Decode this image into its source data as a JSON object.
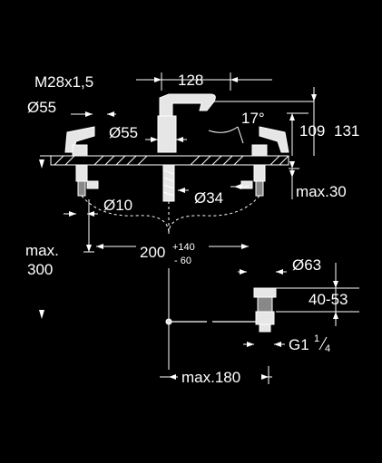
{
  "drawing": {
    "labels": {
      "thread": "M28x1,5",
      "dia_55_top": "Ø55",
      "width_128": "128",
      "angle": "17°",
      "dia_55_spout": "Ø55",
      "height_109": "109",
      "height_131": "131",
      "max_30": "max.30",
      "dia_10": "Ø10",
      "dia_34": "Ø34",
      "max_300_line1": "max.",
      "max_300_line2": "300",
      "spacing_200": "200",
      "spacing_plus": "+140",
      "spacing_minus": "- 60",
      "dia_63": "Ø63",
      "range_40_53": "40-53",
      "pipe_g": "G1",
      "pipe_frac_num": "1",
      "pipe_frac_den": "4",
      "max_180": "max.180"
    }
  }
}
